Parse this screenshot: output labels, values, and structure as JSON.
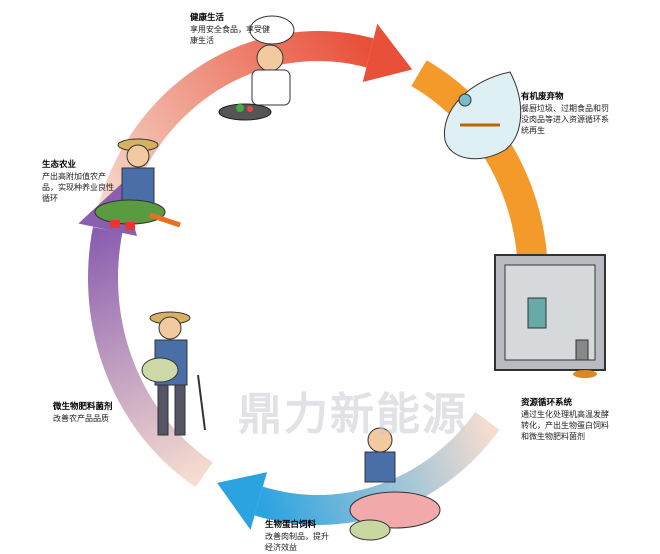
{
  "nodes": [
    {
      "title": "健康生活",
      "desc": "享用安全食品，享受健康生活"
    },
    {
      "title": "有机废弃物",
      "desc": "餐厨垃圾、过期食品和罚没肉品等进入资源循环系统再生"
    },
    {
      "title": "资源循环系统",
      "desc": "通过生化处理机高温发酵转化，产出生物蛋白饲料和微生物肥料菌剂"
    },
    {
      "title": "生物蛋白饲料",
      "desc": "改善肉制品，提升经济效益"
    },
    {
      "title": "微生物肥料菌剂",
      "desc": "改善农产品品质"
    },
    {
      "title": "生态农业",
      "desc": "产出高附加值农产品，实现种养业良性循环"
    }
  ],
  "watermark": "鼎力新能源",
  "colors": {
    "red": "#e8503a",
    "orange": "#f39a2a",
    "blue": "#2aa3e0",
    "purple": "#8a5fb0",
    "light": "#f6ddd0"
  }
}
